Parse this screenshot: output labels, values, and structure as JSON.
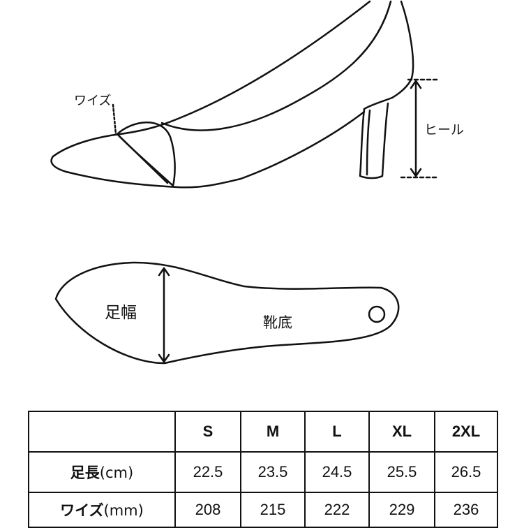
{
  "labels": {
    "width": "ワイズ",
    "heel": "ヒール",
    "ball_width": "足幅",
    "insole": "靴底"
  },
  "table": {
    "corner": "",
    "sizes": [
      "S",
      "M",
      "L",
      "XL",
      "2XL"
    ],
    "rows": [
      {
        "label": "足長",
        "unit": "(cm)",
        "values": [
          "22.5",
          "23.5",
          "24.5",
          "25.5",
          "26.5"
        ]
      },
      {
        "label": "ワイズ",
        "unit": "(mm)",
        "values": [
          "208",
          "215",
          "222",
          "229",
          "236"
        ]
      }
    ]
  }
}
